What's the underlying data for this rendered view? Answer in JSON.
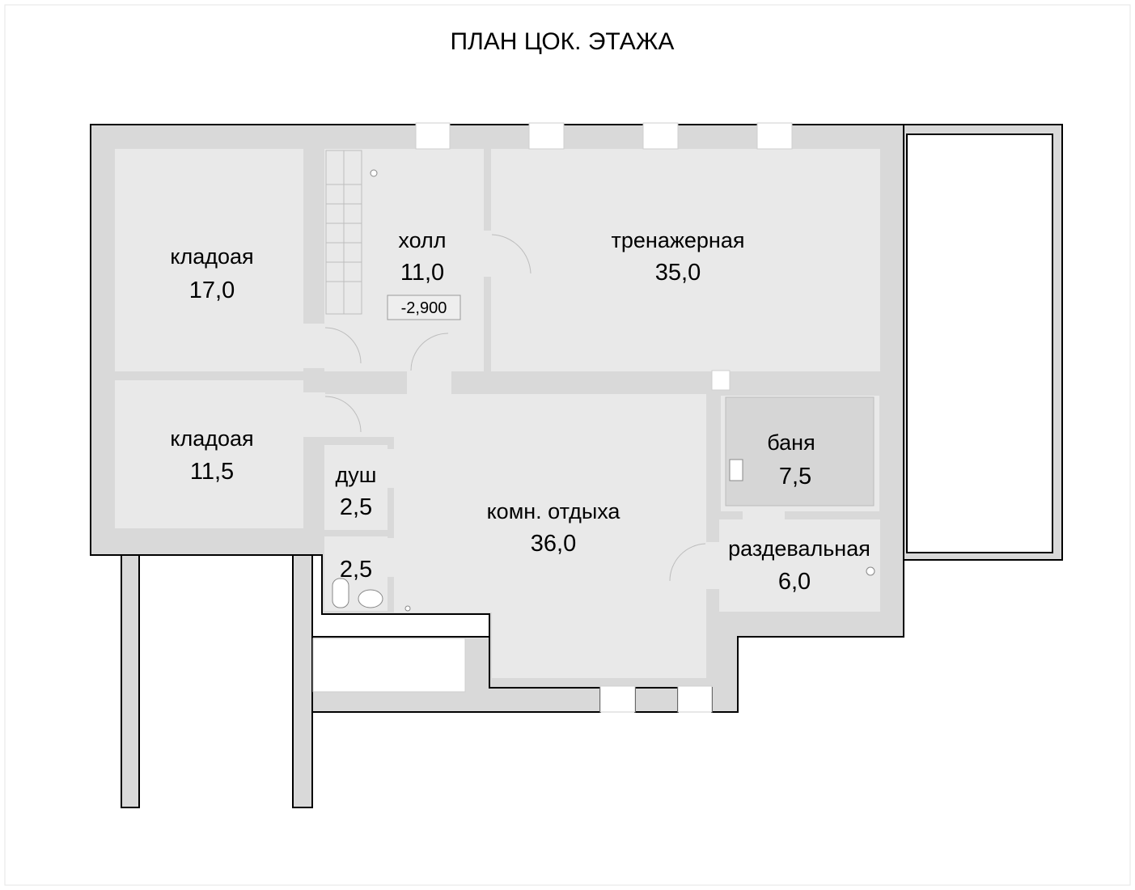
{
  "title": "ПЛАН  ЦОК.  ЭТАЖА",
  "rooms": [
    {
      "name": "кладоая",
      "area": "17,0"
    },
    {
      "name": "холл",
      "area": "11,0"
    },
    {
      "name": "тренажерная",
      "area": "35,0"
    },
    {
      "name": "кладоая",
      "area": "11,5"
    },
    {
      "name": "душ",
      "area": "2,5"
    },
    {
      "name": "",
      "area": "2,5"
    },
    {
      "name": "комн. отдыха",
      "area": "36,0"
    },
    {
      "name": "баня",
      "area": "7,5"
    },
    {
      "name": "раздевальная",
      "area": "6,0"
    }
  ],
  "hall_level": "-2,900",
  "colors": {
    "wall_fill": "#d9d9d9",
    "room_fill": "#e9e9e9",
    "sauna_fill": "#d6d6d6",
    "outline": "#000000"
  }
}
